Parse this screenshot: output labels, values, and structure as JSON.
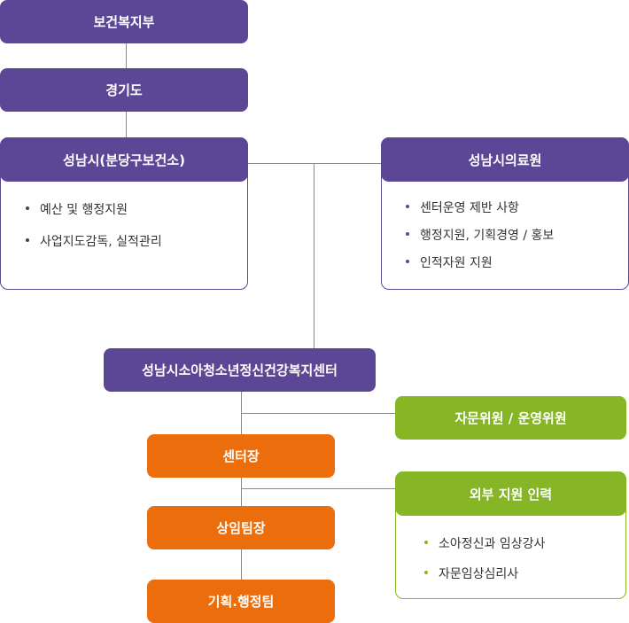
{
  "nodes": {
    "ministry": "보건복지부",
    "province": "경기도",
    "health_center": "성남시(분당구보건소)",
    "medical_center": "성남시의료원",
    "youth_center": "성남시소아청소년정신건강복지센터",
    "director": "센터장",
    "counseling_lead": "상임팀장",
    "planning_team": "기획.행정팀",
    "advisory": "자문위원 / 운영위원",
    "external_support": "외부 지원 인력"
  },
  "health_center_items": [
    "예산 및 행정지원",
    "사업지도감독, 실적관리"
  ],
  "medical_center_items": [
    "센터운영 제반 사항",
    "행정지원, 기획경영 / 홍보",
    "인적자원 지원"
  ],
  "external_items": [
    "소아정신과 임상강사",
    "자문임상심리사"
  ],
  "colors": {
    "purple": "#5b4796",
    "orange": "#ec6d0c",
    "green": "#86b526"
  }
}
